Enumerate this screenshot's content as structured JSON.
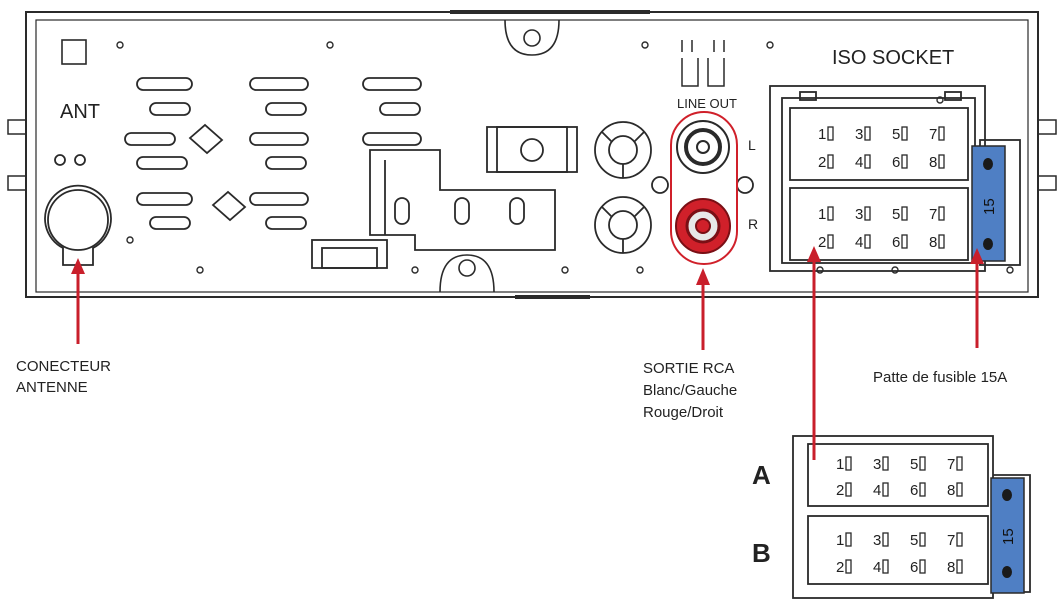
{
  "labels": {
    "ant": "ANT",
    "iso_socket": "ISO SOCKET",
    "line_out": "LINE OUT",
    "left": "L",
    "right": "R",
    "antenna_connector": [
      "CONECTEUR",
      "ANTENNE"
    ],
    "rca_output": [
      "SORTIE RCA",
      "Blanc/Gauche",
      "Rouge/Droit"
    ],
    "fuse": "Patte de fusible 15A",
    "connector_a": "A",
    "connector_b": "B",
    "fuse_rating": "15"
  },
  "iso_pins": {
    "top_row": [
      "1",
      "3",
      "5",
      "7"
    ],
    "bottom_row": [
      "2",
      "4",
      "6",
      "8"
    ]
  },
  "colors": {
    "line": "#2a2a2a",
    "pointer": "#c91f2b",
    "rca_red": "#d0202a",
    "fuse_blue": "#4f7fc4"
  }
}
